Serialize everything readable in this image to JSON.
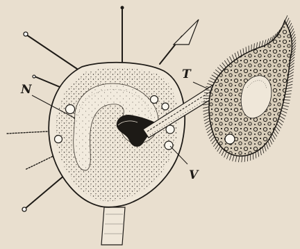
{
  "figure": {
    "labels": {
      "nucleus": "N",
      "tentacle": "T",
      "vacuole": "V"
    },
    "colors": {
      "paper": "#e9dfcf",
      "ink": "#1d1a16"
    }
  }
}
